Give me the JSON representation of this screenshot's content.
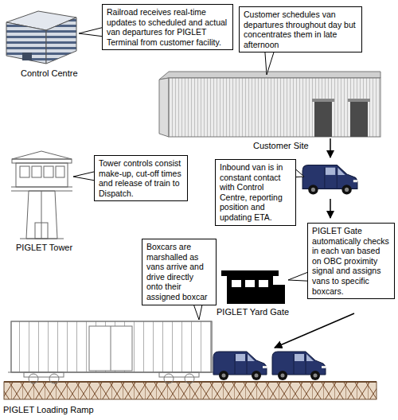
{
  "diagram": {
    "nodes": [
      {
        "text": [
          "Railroad receives real-time updates to scheduled and actual van departures for PIGLET Terminal from customer facility."
        ]
      },
      {
        "text": [
          "Customer schedules van departures throughout day but concentrates them in late afternoon"
        ]
      },
      {
        "text": [
          "Tower controls consist make-up, cut-off times and release of train to Dispatch."
        ]
      },
      {
        "text": [
          "Inbound van is in constant contact with Control Centre, reporting position and updating ETA."
        ]
      },
      {
        "text": [
          "PIGLET Gate automatically checks in each van based on OBC proximity signal and assigns vans to specific boxcars."
        ]
      },
      {
        "text": [
          "Boxcars are marshalled as vans arrive and drive directly onto their assigned boxcar"
        ]
      }
    ],
    "labels": [
      "Control Centre",
      "Customer Site",
      "PIGLET Tower",
      "PIGLET Yard Gate",
      "PIGLET Loading Ramp"
    ]
  }
}
